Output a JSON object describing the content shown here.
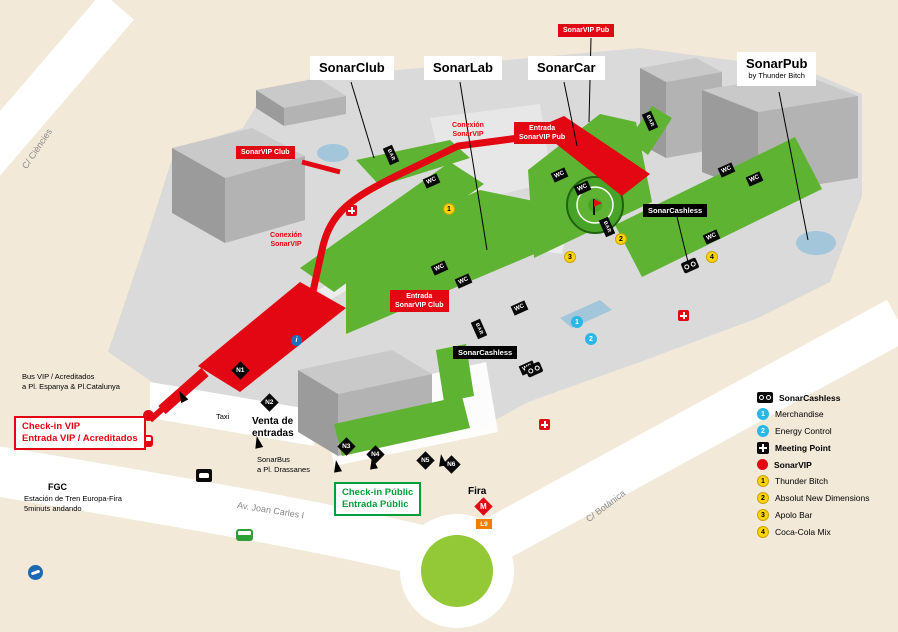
{
  "venues": {
    "club": "SonarClub",
    "lab": "SonarLab",
    "car": "SonarCar",
    "pub": "SonarPub",
    "pub_sub": "by Thunder Bitch"
  },
  "vip": {
    "pub_flag": "SonarVIP Pub",
    "club_flag": "SonarVIP Club",
    "conexion_center": "Conexión\nSonarVIP",
    "conexion_left": "Conexión\nSonarVIP",
    "entrada_pub": "Entrada\nSonarVIP Pub",
    "entrada_club": "Entrada\nSonarVIP Club"
  },
  "cashless": {
    "right": "SonarCashless",
    "center": "SonarCashless"
  },
  "streets": {
    "ciencies": "C/ Ciències",
    "joan_carles": "Av. Joan Carles I",
    "botanica": "C/ Botànica"
  },
  "gates": [
    "N1",
    "N2",
    "N3",
    "N4",
    "N5",
    "N6"
  ],
  "transport": {
    "bus_vip": "Bus VIP / Acreditados\na Pl. Espanya & Pl.Catalunya",
    "taxi": "Taxi",
    "sonarbus": "SonarBus\na Pl. Drassanes",
    "fgc": "FGC",
    "fgc_desc": "Estación de Tren Europa-Fira\n5minuts andando",
    "fira": "Fira",
    "metro_m": "M",
    "metro_l9": "L9"
  },
  "checkin": {
    "vip_line1": "Check-in VIP",
    "vip_line2": "Entrada VIP / Acreditados",
    "public_line1": "Check-in Públic",
    "public_line2": "Entrada Públic",
    "venta": "Venta de\nentradas"
  },
  "markers": {
    "wc": "WC",
    "bar": "BAR",
    "info": "i",
    "n1": "1",
    "n2": "2",
    "n3": "3",
    "n4": "4",
    "b1": "1",
    "b2": "2"
  },
  "legend": {
    "items": [
      {
        "num": "",
        "label": "SonarCashless"
      },
      {
        "num": "1",
        "label": "Merchandise"
      },
      {
        "num": "2",
        "label": "Energy Control"
      },
      {
        "num": "",
        "label": "Meeting Point"
      },
      {
        "num": "",
        "label": "SonarVIP"
      },
      {
        "num": "1",
        "label": "Thunder Bitch"
      },
      {
        "num": "2",
        "label": "Absolut New Dimensions"
      },
      {
        "num": "3",
        "label": "Apolo Bar"
      },
      {
        "num": "4",
        "label": "Coca-Cola Mix"
      }
    ]
  },
  "colors": {
    "accent_red": "#e30613",
    "venue_green": "#5fb332",
    "public_green": "#00a13a",
    "yellow": "#ffd400",
    "blue": "#29b8e5",
    "background": "#f2e9d8"
  }
}
